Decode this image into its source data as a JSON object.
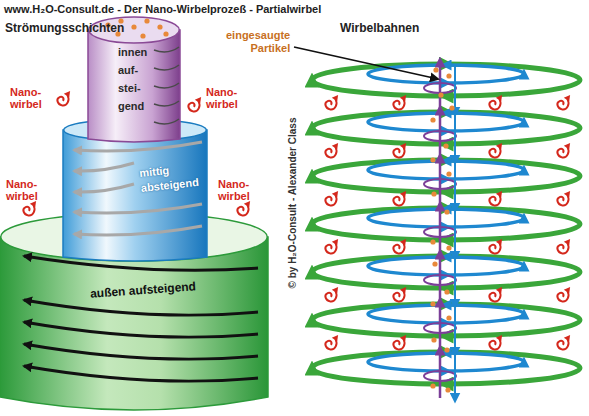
{
  "diagram": {
    "title": "www.H₂O-Consult.de - Der Nano-Wirbelprozeß - Partialwirbel",
    "nodes": [
      {
        "text": [
          "innen auf- stei- gend"
        ]
      },
      {
        "text": [
          "mittig absteigend"
        ]
      },
      {
        "text": [
          "außen aufsteigend"
        ]
      }
    ],
    "labels": [
      "Strömungsschichten",
      "Wirbelbahnen",
      "eingesaugte Partikel",
      "Nano- wirbel",
      "Nano- wirbel",
      "Nano- wirbel",
      "Nano- wirbel",
      "© by H₂O-Consult - Alexander Class"
    ]
  }
}
